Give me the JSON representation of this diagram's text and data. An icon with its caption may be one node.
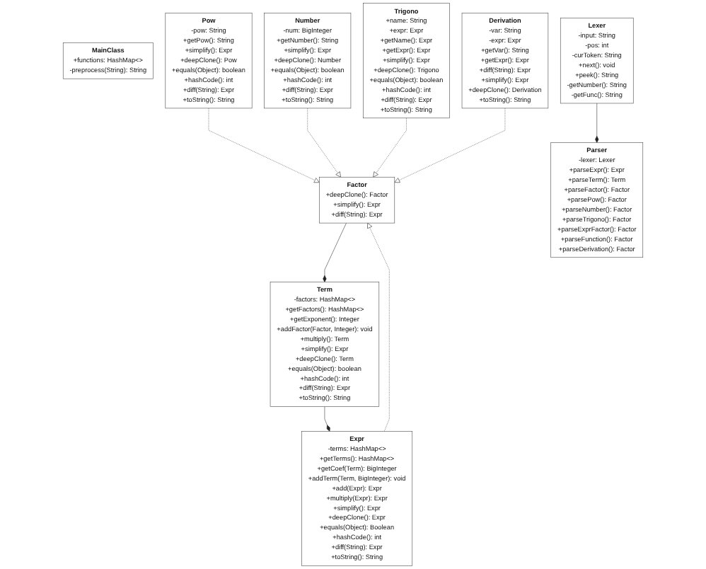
{
  "diagram": {
    "nodes": [
      {
        "text": [
          "MainClass",
          "+functions: HashMap<>",
          "-preprocess(String): String"
        ]
      },
      {
        "text": [
          "Lexer",
          "-input: String",
          "-pos: int",
          "-curToken: String",
          "+next(): void",
          "+peek(): String",
          "-getNumber(): String",
          "-getFunc(): String"
        ]
      },
      {
        "text": [
          "Factor",
          "+deepClone(): Factor",
          "+simplify(): Expr",
          "+diff(String): Expr"
        ]
      },
      {
        "text": [
          "Term",
          "-factors: HashMap<>",
          "+getFactors(): HashMap<>",
          "+getExponent(): Integer",
          "+addFactor(Factor, Integer): void",
          "+multiply(): Term",
          "+simplify(): Expr",
          "+deepClone(): Term",
          "+equals(Object): boolean",
          "+hashCode(): int",
          "+diff(String): Expr",
          "+toString(): String"
        ]
      },
      {
        "text": [
          "Parser",
          "-lexer: Lexer",
          "+parseExpr(): Expr",
          "+parseTerm(): Term",
          "+parseFactor(): Factor",
          "+parsePow(): Factor",
          "+parseNumber(): Factor",
          "+parseTrigono(): Factor",
          "+parseExprFactor(): Factor",
          "+parseFunction(): Factor",
          "+parseDerivation(): Factor"
        ]
      },
      {
        "text": [
          "Expr",
          "-terms: HashMap<>",
          "+getTerms(): HashMap<>",
          "+getCoef(Term): BigInteger",
          "+addTerm(Term, BigInteger): void",
          "+add(Expr): Expr",
          "+multiply(Expr): Expr",
          "+simplify(): Expr",
          "+deepClone(): Expr",
          "+equals(Object): Boolean",
          "+hashCode(): int",
          "+diff(String): Expr",
          "+toString(): String"
        ]
      },
      {
        "text": [
          "Pow",
          "-pow: String",
          "+getPow(): String",
          "+simplify(): Expr",
          "+deepClone(): Pow",
          "+equals(Object): boolean",
          "+hashCode(): int",
          "+diff(String): Expr",
          "+toString(): String"
        ]
      },
      {
        "text": [
          "Number",
          "-num: BigInteger",
          "+getNumber(): String",
          "+simplify(): Expr",
          "+deepClone(): Number",
          "+equals(Object): boolean",
          "+hashCode(): int",
          "+diff(String): Expr",
          "+toString(): String"
        ]
      },
      {
        "text": [
          "Trigono",
          "+name: String",
          "+expr: Expr",
          "+getName(): Expr",
          "+getExpr(): Expr",
          "+simplify(): Expr",
          "+deepClone(): Trigono",
          "+equals(Object): boolean",
          "+hashCode(): int",
          "+diff(String): Expr",
          "+toString(): String"
        ]
      },
      {
        "text": [
          "Derivation",
          "-var: String",
          "-expr: Expr",
          "+getVar(): String",
          "+getExpr(): Expr",
          "+diff(String): Expr",
          "+simplify(): Expr",
          "+deepClone(): Derivation",
          "+toString(): String"
        ]
      }
    ],
    "edges": [
      {
        "from": 1,
        "to": 4,
        "arrow": "other"
      },
      {
        "from": 2,
        "to": 3,
        "arrow": "other"
      },
      {
        "from": 3,
        "to": 5,
        "arrow": "other"
      },
      {
        "from": 5,
        "to": 2,
        "arrow": "to",
        "style": "dashed"
      },
      {
        "from": 6,
        "to": 2,
        "arrow": "to",
        "style": "dashed"
      },
      {
        "from": 7,
        "to": 2,
        "arrow": "to",
        "style": "dashed"
      },
      {
        "from": 8,
        "to": 2,
        "arrow": "to",
        "style": "dashed"
      },
      {
        "from": 9,
        "to": 2,
        "arrow": "to",
        "style": "dashed"
      }
    ]
  }
}
